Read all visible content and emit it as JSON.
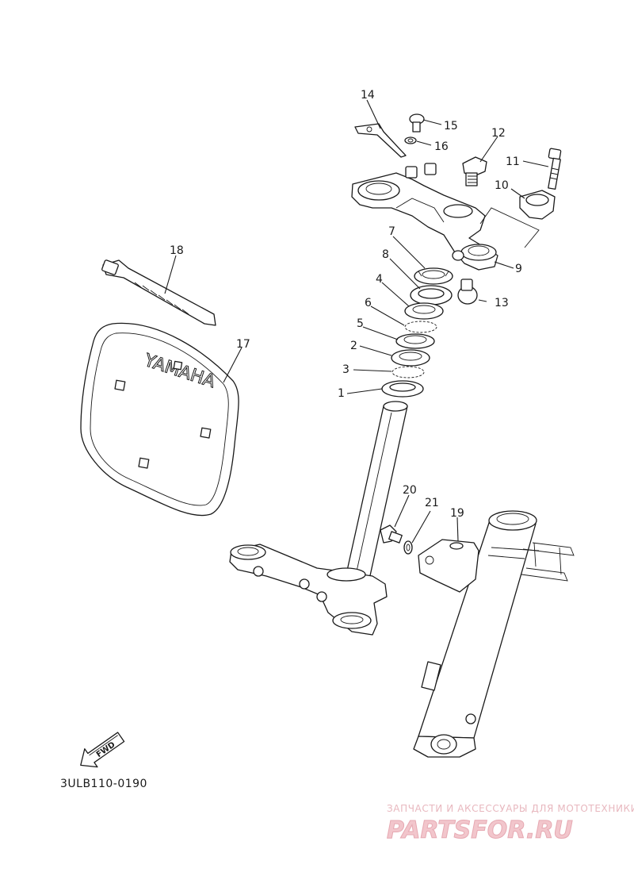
{
  "diagram": {
    "drawing_code": "3ULB110-0190",
    "part_numbers": [
      "1",
      "2",
      "3",
      "4",
      "5",
      "6",
      "7",
      "8",
      "9",
      "10",
      "11",
      "12",
      "13",
      "14",
      "15",
      "16",
      "17",
      "18",
      "19",
      "20",
      "21"
    ],
    "plate_text": "YAMAHA",
    "direction_arrow_text": "FWD"
  },
  "watermark": {
    "top_line": "ЗАПЧАСТИ И АКСЕССУАРЫ ДЛЯ МОТОТЕХНИКИ",
    "brand": "PARTSFOR.RU",
    "color": "#e8a8b2"
  }
}
